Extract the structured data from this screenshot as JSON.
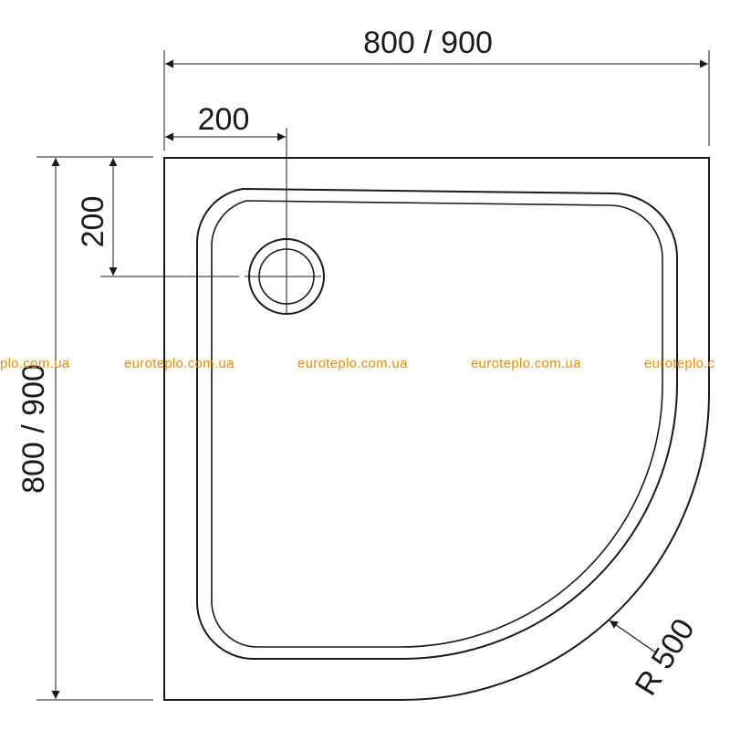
{
  "dimensions": {
    "overall_width": "800 / 900",
    "overall_depth": "800 / 900",
    "drain_offset_x": "200",
    "drain_offset_y": "200",
    "radius": "R 500"
  },
  "watermark": {
    "items": [
      "plo.com.ua",
      "euroteplo.com.ua",
      "euroteplo.com.ua",
      "euroteplo.com.ua",
      "euroteplo.c"
    ]
  },
  "colors": {
    "line": "#1a1a1a",
    "watermark": "#f08c00",
    "background": "#ffffff"
  }
}
